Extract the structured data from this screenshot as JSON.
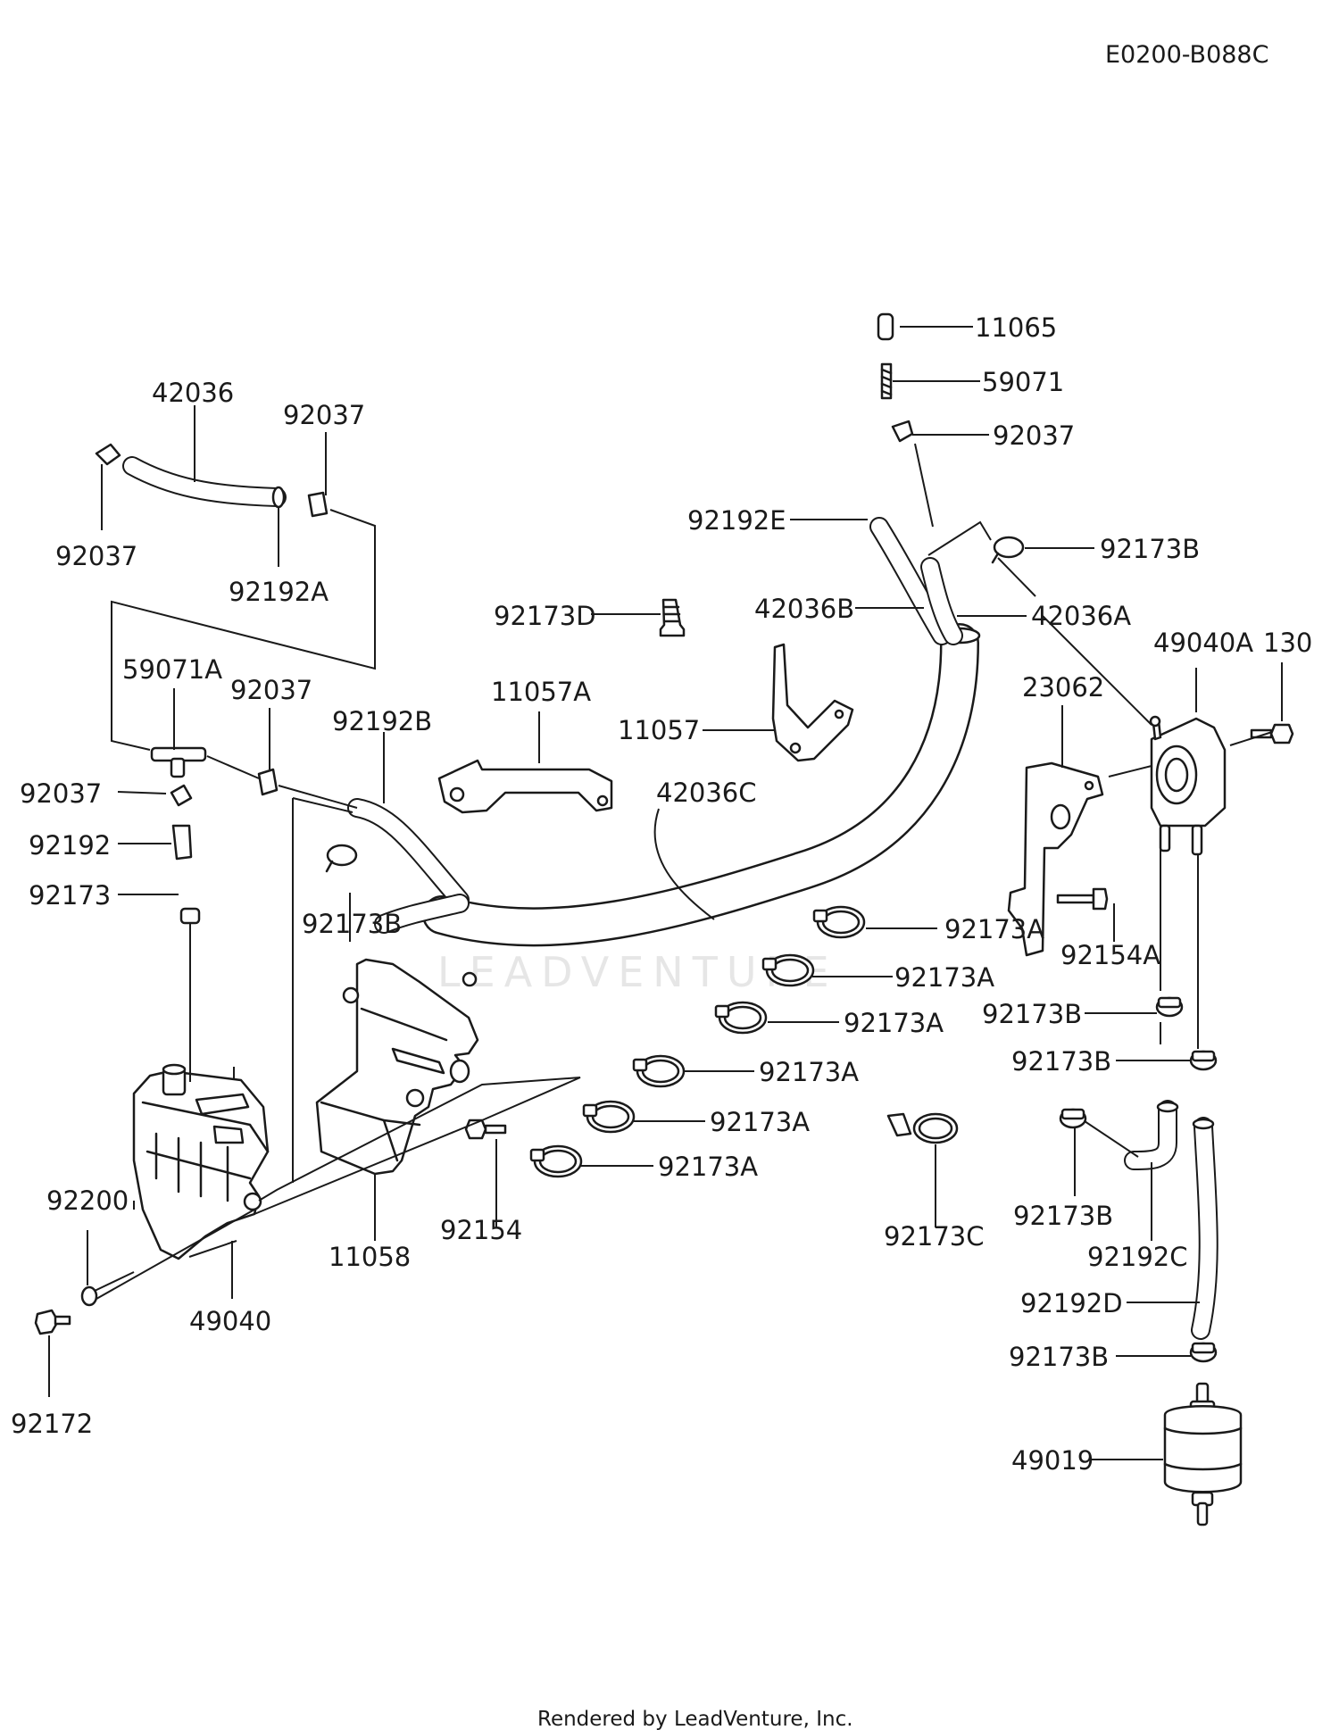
{
  "diagram_code": "E0200-B088C",
  "footer_text": "Rendered by LeadVenture, Inc.",
  "watermark_text": "LEADVENTURE",
  "line_color": "#1a1a1a",
  "background_color": "#ffffff",
  "part_labels": {
    "p11065": "11065",
    "p59071": "59071",
    "p92037_top": "92037",
    "p92192E": "92192E",
    "p92173B_top": "92173B",
    "p42036B": "42036B",
    "p42036A": "42036A",
    "p92173D": "92173D",
    "p42036": "42036",
    "p92037_a": "92037",
    "p92037_b": "92037",
    "p92192A": "92192A",
    "p49040A": "49040A",
    "p130": "130",
    "p23062": "23062",
    "p11057A": "11057A",
    "p11057": "11057",
    "p59071A": "59071A",
    "p92037_c": "92037",
    "p92192B": "92192B",
    "p42036C": "42036C",
    "p92037_d": "92037",
    "p92192": "92192",
    "p92173": "92173",
    "p92173B_mid": "92173B",
    "p92173A_1": "92173A",
    "p92154A": "92154A",
    "p92173A_2": "92173A",
    "p92173B_r1": "92173B",
    "p92173A_3": "92173A",
    "p92173B_r2": "92173B",
    "p92173A_4": "92173A",
    "p92173A_5": "92173A",
    "p92200": "92200",
    "p92173A_6": "92173A",
    "p92173B_r3": "92173B",
    "p92173C": "92173C",
    "p11058": "11058",
    "p92154": "92154",
    "p92192C": "92192C",
    "p49040": "49040",
    "p92192D": "92192D",
    "p92173B_r4": "92173B",
    "p92172": "92172",
    "p49019": "49019"
  }
}
